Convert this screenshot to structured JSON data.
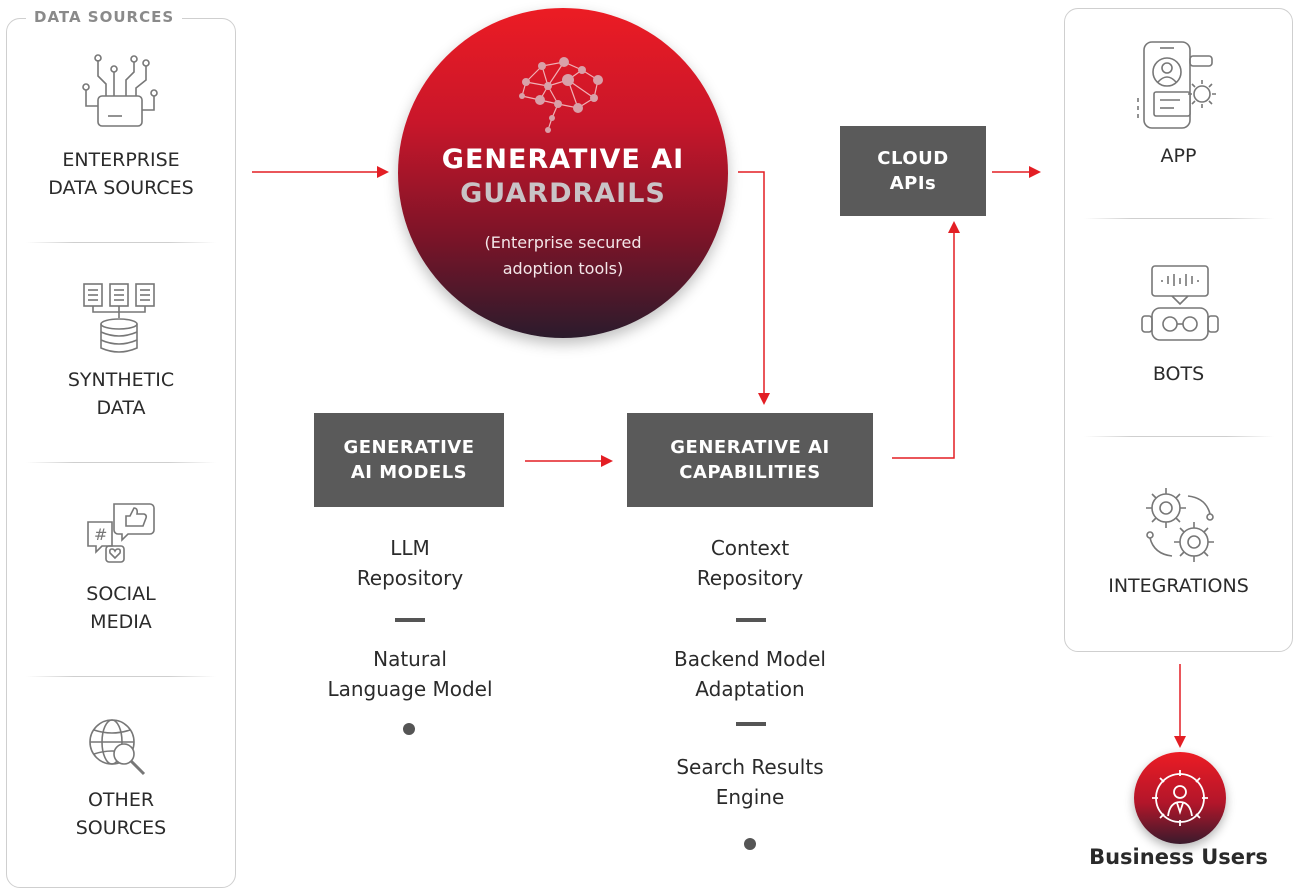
{
  "sources": {
    "legend": "DATA SOURCES",
    "items": [
      {
        "line1": "ENTERPRISE",
        "line2": "DATA SOURCES",
        "icon": "circuit-chip-icon"
      },
      {
        "line1": "SYNTHETIC",
        "line2": "DATA",
        "icon": "database-documents-icon"
      },
      {
        "line1": "SOCIAL",
        "line2": "MEDIA",
        "icon": "social-chat-icon"
      },
      {
        "line1": "OTHER",
        "line2": "SOURCES",
        "icon": "globe-search-icon"
      }
    ]
  },
  "guardrails": {
    "line1": "GENERATIVE AI",
    "line2": "GUARDRAILS",
    "sub1": "(Enterprise secured",
    "sub2": "adoption tools)",
    "icon": "brain-network-icon"
  },
  "cloud": {
    "line1": "CLOUD",
    "line2": "APIs"
  },
  "models": {
    "line1": "GENERATIVE",
    "line2": "AI MODELS",
    "items": [
      {
        "line1": "LLM",
        "line2": "Repository"
      },
      {
        "line1": "Natural",
        "line2": "Language Model"
      }
    ]
  },
  "capabilities": {
    "line1": "GENERATIVE AI",
    "line2": "CAPABILITIES",
    "items": [
      {
        "line1": "Context",
        "line2": "Repository"
      },
      {
        "line1": "Backend Model",
        "line2": "Adaptation"
      },
      {
        "line1": "Search Results",
        "line2": "Engine"
      }
    ]
  },
  "outputs": {
    "items": [
      {
        "label": "APP",
        "icon": "mobile-app-icon"
      },
      {
        "label": "BOTS",
        "icon": "robot-icon"
      },
      {
        "label": "INTEGRATIONS",
        "icon": "gears-icon"
      }
    ]
  },
  "users": {
    "label": "Business Users",
    "icon": "user-gear-icon"
  },
  "colors": {
    "accent": "#e31e24",
    "box": "#5a5a5a",
    "circle_top": "#e31e24",
    "circle_bottom": "#2a1a2e"
  }
}
